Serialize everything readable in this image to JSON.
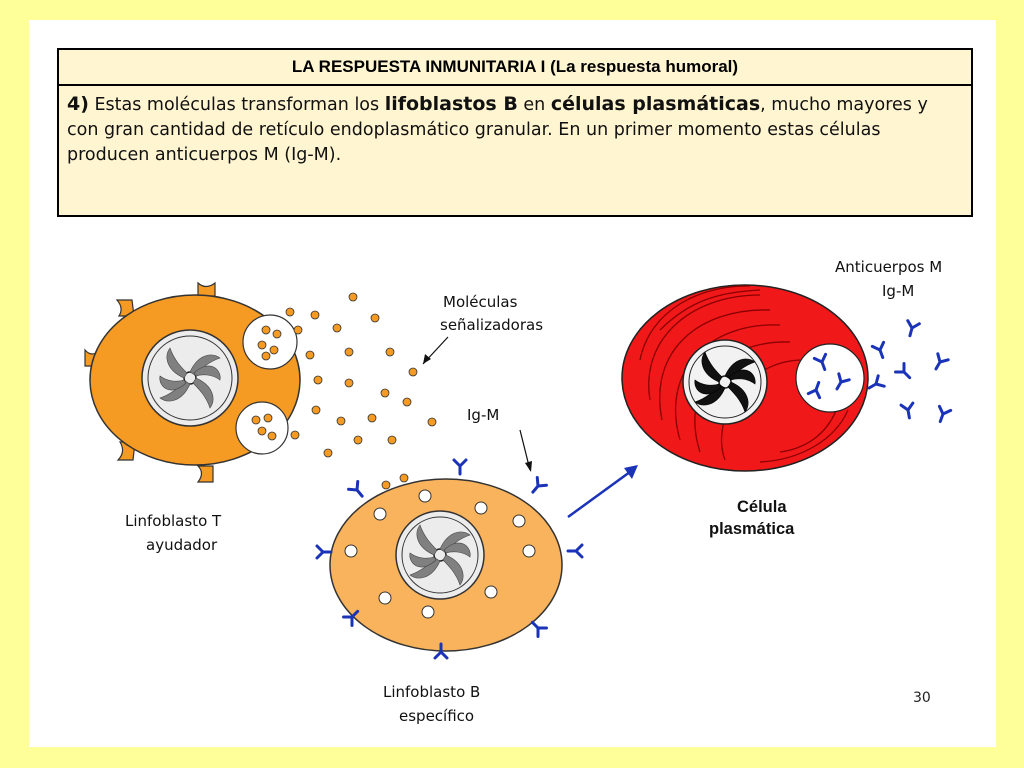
{
  "slide": {
    "title": "LA RESPUESTA INMUNITARIA I (La respuesta humoral)",
    "body": {
      "number": "4)",
      "t1": " Estas moléculas transforman los ",
      "b1": "lifoblastos B",
      "t2": " en ",
      "b2": "células plasmáticas",
      "t3": ", mucho mayores y con gran cantidad de retículo endoplasmático granular. En un primer momento estas células producen anticuerpos M (Ig-M)."
    },
    "page_number": "30"
  },
  "diagram": {
    "t_cell": {
      "label_line1": "Linfoblasto T",
      "label_line2": "ayudador"
    },
    "signal_molecules": {
      "label_line1": "Moléculas",
      "label_line2": "señalizadoras"
    },
    "b_cell": {
      "label_line1": "Linfoblasto B",
      "label_line2": "específico",
      "receptor_label": "Ig-M"
    },
    "plasma_cell": {
      "label_line1": "Célula",
      "label_line2": "plasmática"
    },
    "antibodies": {
      "label_line1": "Anticuerpos  M",
      "label_line2": "Ig-M"
    }
  },
  "colors": {
    "t_cell": "#F59A22",
    "b_cell": "#F9B35C",
    "plasma_cell": "#F01818",
    "antibody": "#1A33B8",
    "nucleus_bg": "#ECECEC",
    "header_bg": "#FFF5D1",
    "page_bg": "#FFFF99"
  }
}
